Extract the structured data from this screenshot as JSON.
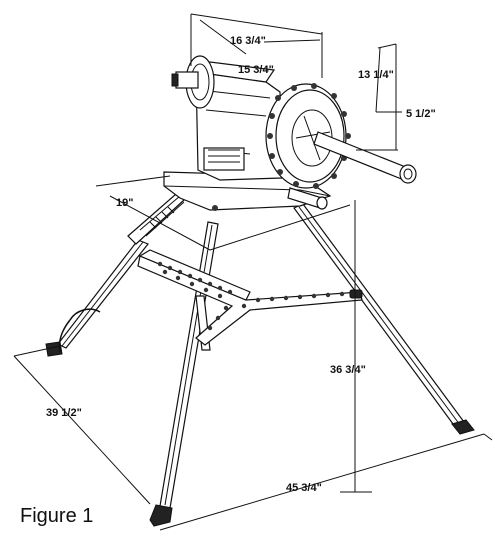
{
  "caption": "Figure 1",
  "dimensions": {
    "top_width": "16 3/4\"",
    "inner_width": "15 3/4\"",
    "height_head": "13 1/4\"",
    "head_offset": "5 1/2\"",
    "depth": "19\"",
    "stand_height": "36 3/4\"",
    "leg_span_left": "39 1/2\"",
    "leg_span_front": "45 3/4\""
  }
}
